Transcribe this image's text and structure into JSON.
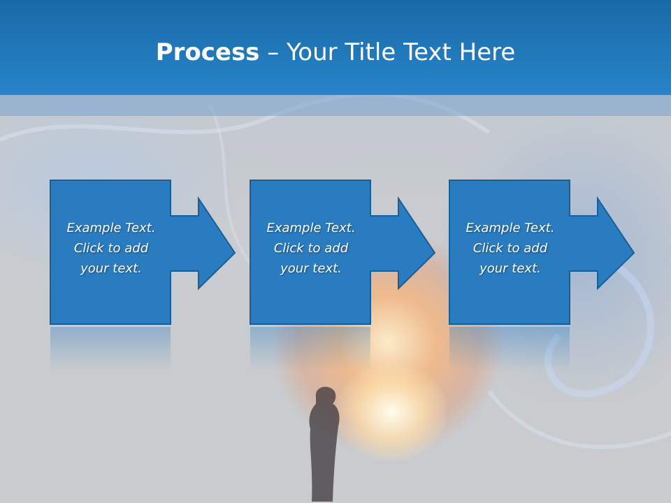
{
  "slide": {
    "title_bold": "Process",
    "title_rest": " – Your Title Text Here"
  },
  "steps": [
    {
      "line1": "Example Text.",
      "line2": "Click  to add",
      "line3": "your text."
    },
    {
      "line1": "Example Text.",
      "line2": "Click  to add",
      "line3": "your text."
    },
    {
      "line1": "Example Text.",
      "line2": "Click  to add",
      "line3": "your text."
    }
  ],
  "colors": {
    "header": "#2684c8",
    "box": "#2a7cc0",
    "box_border": "#1a5e96"
  }
}
